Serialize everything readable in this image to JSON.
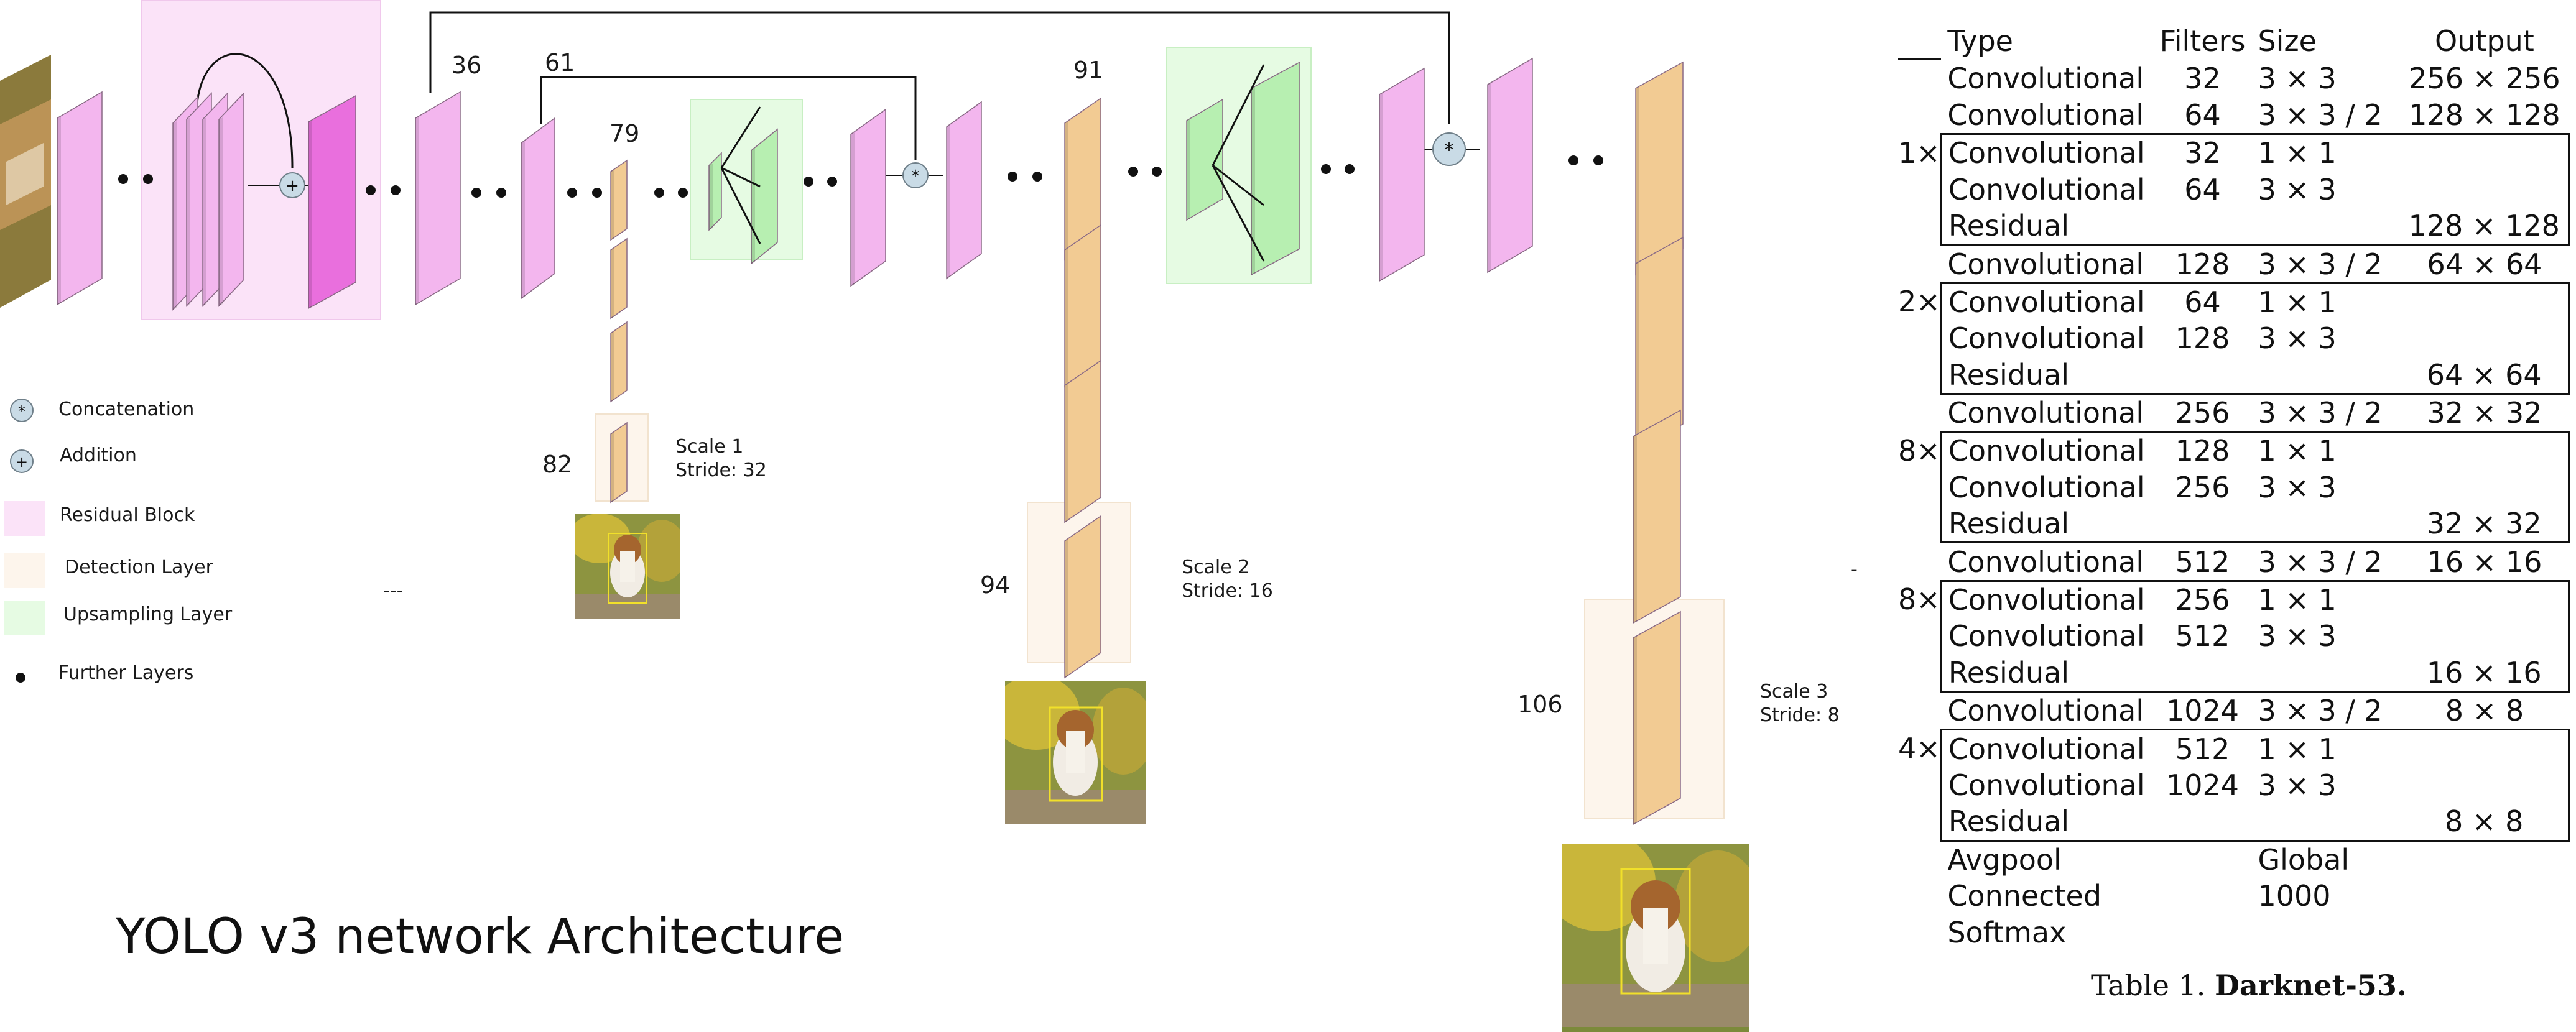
{
  "diagram": {
    "title": "YOLO v3 network Architecture",
    "layer_numbers": [
      "36",
      "61",
      "79",
      "91",
      "82",
      "94",
      "106"
    ],
    "legend": [
      {
        "key": "concat",
        "label": "Concatenation",
        "symbol": "*"
      },
      {
        "key": "add",
        "label": "Addition",
        "symbol": "+"
      },
      {
        "key": "residual",
        "label": "Residual Block"
      },
      {
        "key": "detection",
        "label": "Detection Layer"
      },
      {
        "key": "upsampling",
        "label": "Upsampling Layer"
      },
      {
        "key": "further",
        "label": "Further Layers"
      }
    ],
    "scales": [
      {
        "name": "Scale 1",
        "stride": "Stride: 32"
      },
      {
        "name": "Scale 2",
        "stride": "Stride: 16"
      },
      {
        "name": "Scale 3",
        "stride": "Stride: 8"
      }
    ],
    "separator": "---",
    "dash": "-",
    "colors": {
      "residual_fill": "#fbe3f8",
      "layer_pink": "#f3b6ee",
      "layer_pink_dark": "#e96fdd",
      "detection_fill": "#fdf5ec",
      "detection_layer": "#f2cb93",
      "upsampling_fill": "#e6fbe3",
      "upsampling_layer": "#b7efb1",
      "node_fill": "#c9dbe6"
    }
  },
  "table": {
    "headers": [
      "Type",
      "Filters",
      "Size",
      "Output"
    ],
    "rows": [
      {
        "rep": "",
        "type": "Convolutional",
        "filters": "32",
        "size": "3 × 3",
        "output": "256 × 256"
      },
      {
        "rep": "",
        "type": "Convolutional",
        "filters": "64",
        "size": "3 × 3 / 2",
        "output": "128 × 128"
      },
      {
        "rep": "1×",
        "type": "Convolutional",
        "filters": "32",
        "size": "1 × 1",
        "output": ""
      },
      {
        "rep": "",
        "type": "Convolutional",
        "filters": "64",
        "size": "3 × 3",
        "output": ""
      },
      {
        "rep": "",
        "type": "Residual",
        "filters": "",
        "size": "",
        "output": "128 × 128"
      },
      {
        "rep": "",
        "type": "Convolutional",
        "filters": "128",
        "size": "3 × 3 / 2",
        "output": "64 × 64"
      },
      {
        "rep": "2×",
        "type": "Convolutional",
        "filters": "64",
        "size": "1 × 1",
        "output": ""
      },
      {
        "rep": "",
        "type": "Convolutional",
        "filters": "128",
        "size": "3 × 3",
        "output": ""
      },
      {
        "rep": "",
        "type": "Residual",
        "filters": "",
        "size": "",
        "output": "64 × 64"
      },
      {
        "rep": "",
        "type": "Convolutional",
        "filters": "256",
        "size": "3 × 3 / 2",
        "output": "32 × 32"
      },
      {
        "rep": "8×",
        "type": "Convolutional",
        "filters": "128",
        "size": "1 × 1",
        "output": ""
      },
      {
        "rep": "",
        "type": "Convolutional",
        "filters": "256",
        "size": "3 × 3",
        "output": ""
      },
      {
        "rep": "",
        "type": "Residual",
        "filters": "",
        "size": "",
        "output": "32 × 32"
      },
      {
        "rep": "",
        "type": "Convolutional",
        "filters": "512",
        "size": "3 × 3 / 2",
        "output": "16 × 16"
      },
      {
        "rep": "8×",
        "type": "Convolutional",
        "filters": "256",
        "size": "1 × 1",
        "output": ""
      },
      {
        "rep": "",
        "type": "Convolutional",
        "filters": "512",
        "size": "3 × 3",
        "output": ""
      },
      {
        "rep": "",
        "type": "Residual",
        "filters": "",
        "size": "",
        "output": "16 × 16"
      },
      {
        "rep": "",
        "type": "Convolutional",
        "filters": "1024",
        "size": "3 × 3 / 2",
        "output": "8 × 8"
      },
      {
        "rep": "4×",
        "type": "Convolutional",
        "filters": "512",
        "size": "1 × 1",
        "output": ""
      },
      {
        "rep": "",
        "type": "Convolutional",
        "filters": "1024",
        "size": "3 × 3",
        "output": ""
      },
      {
        "rep": "",
        "type": "Residual",
        "filters": "",
        "size": "",
        "output": "8 × 8"
      },
      {
        "rep": "",
        "type": "Avgpool",
        "filters": "",
        "size": "Global",
        "output": ""
      },
      {
        "rep": "",
        "type": "Connected",
        "filters": "",
        "size": "1000",
        "output": ""
      },
      {
        "rep": "",
        "type": "Softmax",
        "filters": "",
        "size": "",
        "output": ""
      }
    ],
    "caption_prefix": "Table 1.",
    "caption_bold": "Darknet-53."
  }
}
